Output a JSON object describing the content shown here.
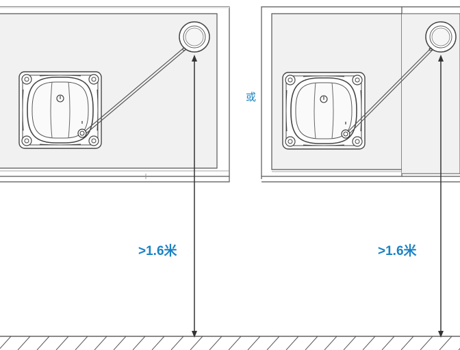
{
  "labels": {
    "height_left": ">1.6米",
    "height_right": ">1.6米",
    "or": "或"
  },
  "colors": {
    "accent": "#1a82c4",
    "line": "#444444",
    "glass_fill": "#f0f0f0",
    "frame_fill": "#ffffff"
  },
  "icons": {
    "robot": "window-cleaning-robot-icon",
    "power": "power-icon",
    "suction_cup": "suction-cup-icon",
    "floor": "floor-hatching"
  }
}
